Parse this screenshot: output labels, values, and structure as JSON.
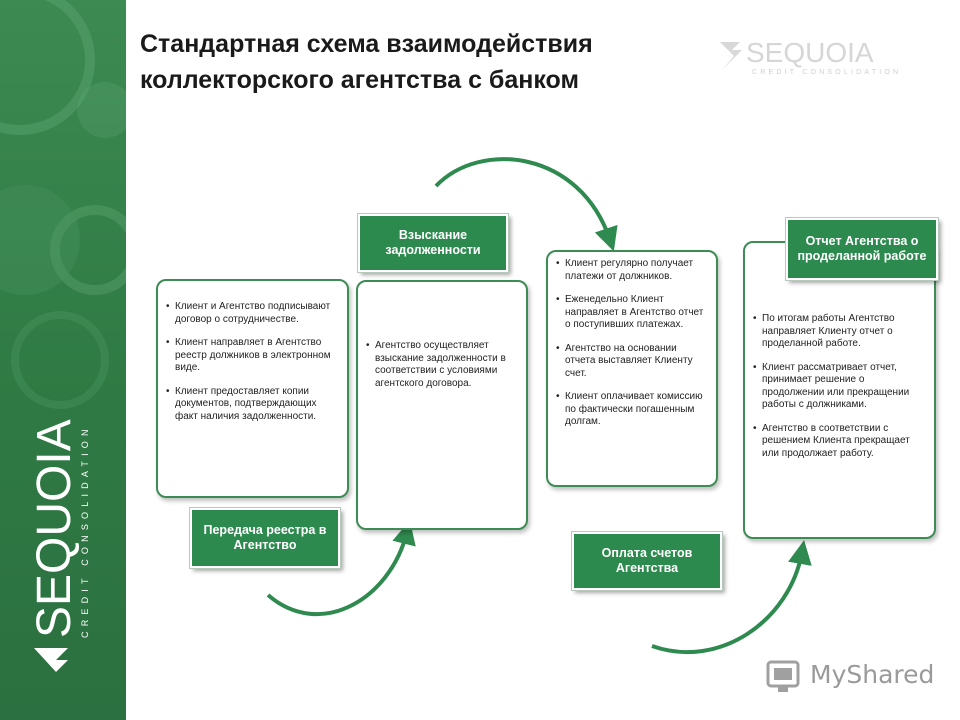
{
  "title": {
    "line1": "Стандартная  схема взаимодействия",
    "line2": "коллекторского агентства с банком"
  },
  "logo": {
    "name": "SEQUOIA",
    "tagline": "CREDIT CONSOLIDATION"
  },
  "watermark": "MyShared",
  "colors": {
    "sidebar": "#2f7a44",
    "accent": "#2d8a4e",
    "border": "#3d8c55"
  },
  "steps": [
    {
      "label": "Передача реестра в Агентство",
      "bullets": [
        "Клиент и Агентство подписывают договор о сотрудничестве.",
        "Клиент направляет в Агентство реестр должников в электронном виде.",
        "Клиент предоставляет копии документов, подтверждающих факт наличия задолженности."
      ]
    },
    {
      "label": "Взыскание задолженности",
      "bullets": [
        "Агентство осуществляет взыскание задолженности в соответствии с условиями агентского договора."
      ]
    },
    {
      "label": "Оплата счетов Агентства",
      "bullets": [
        "Клиент регулярно получает платежи от должников.",
        "Еженедельно Клиент направляет в Агентство отчет о поступивших платежах.",
        "Агентство на основании отчета выставляет Клиенту счет.",
        "Клиент оплачивает комиссию по фактически погашенным долгам."
      ]
    },
    {
      "label": "Отчет Агентства о проделанной работе",
      "bullets": [
        "По итогам работы Агентство направляет Клиенту отчет о проделанной работе.",
        "Клиент рассматривает отчет, принимает решение о продолжении или прекращении работы с должниками.",
        "Агентство в соответствии с решением Клиента прекращает или продолжает работу."
      ]
    }
  ]
}
